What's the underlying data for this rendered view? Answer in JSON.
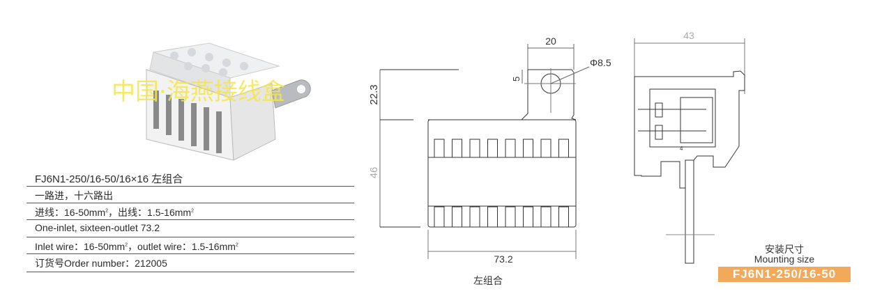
{
  "product": {
    "title": "FJ6N1-250/16-50/16×16 左组合",
    "watermark": "中国·海燕接线盒",
    "spec_rows": [
      {
        "text": "一路进，十六路出"
      },
      {
        "pre": "进线：16-50mm",
        "mid": "，出线：1.5-16mm",
        "sup": "2"
      },
      {
        "text": "One-inlet, sixteen-outlet 73.2"
      },
      {
        "pre": "Inlet wire：16-50mm",
        "mid": "，outlet wire：1.5-16mm",
        "sup": "2"
      },
      {
        "text": "订货号Order number：212005"
      }
    ]
  },
  "front_drawing": {
    "dim_width_tab": "20",
    "dim_hole": "Φ8.5",
    "dim_offset": "5",
    "dim_tab_height": "22.3",
    "dim_body_height": "46",
    "dim_width": "73.2",
    "caption": "左组合"
  },
  "side_drawing": {
    "dim_depth": "43",
    "label_4": "4"
  },
  "mounting": {
    "title_cn": "安装尺寸",
    "title_en": "Mounting size",
    "model": "FJ6N1-250/16-50"
  },
  "colors": {
    "accent": "#f3a95a",
    "watermark": "#f5e64a"
  }
}
